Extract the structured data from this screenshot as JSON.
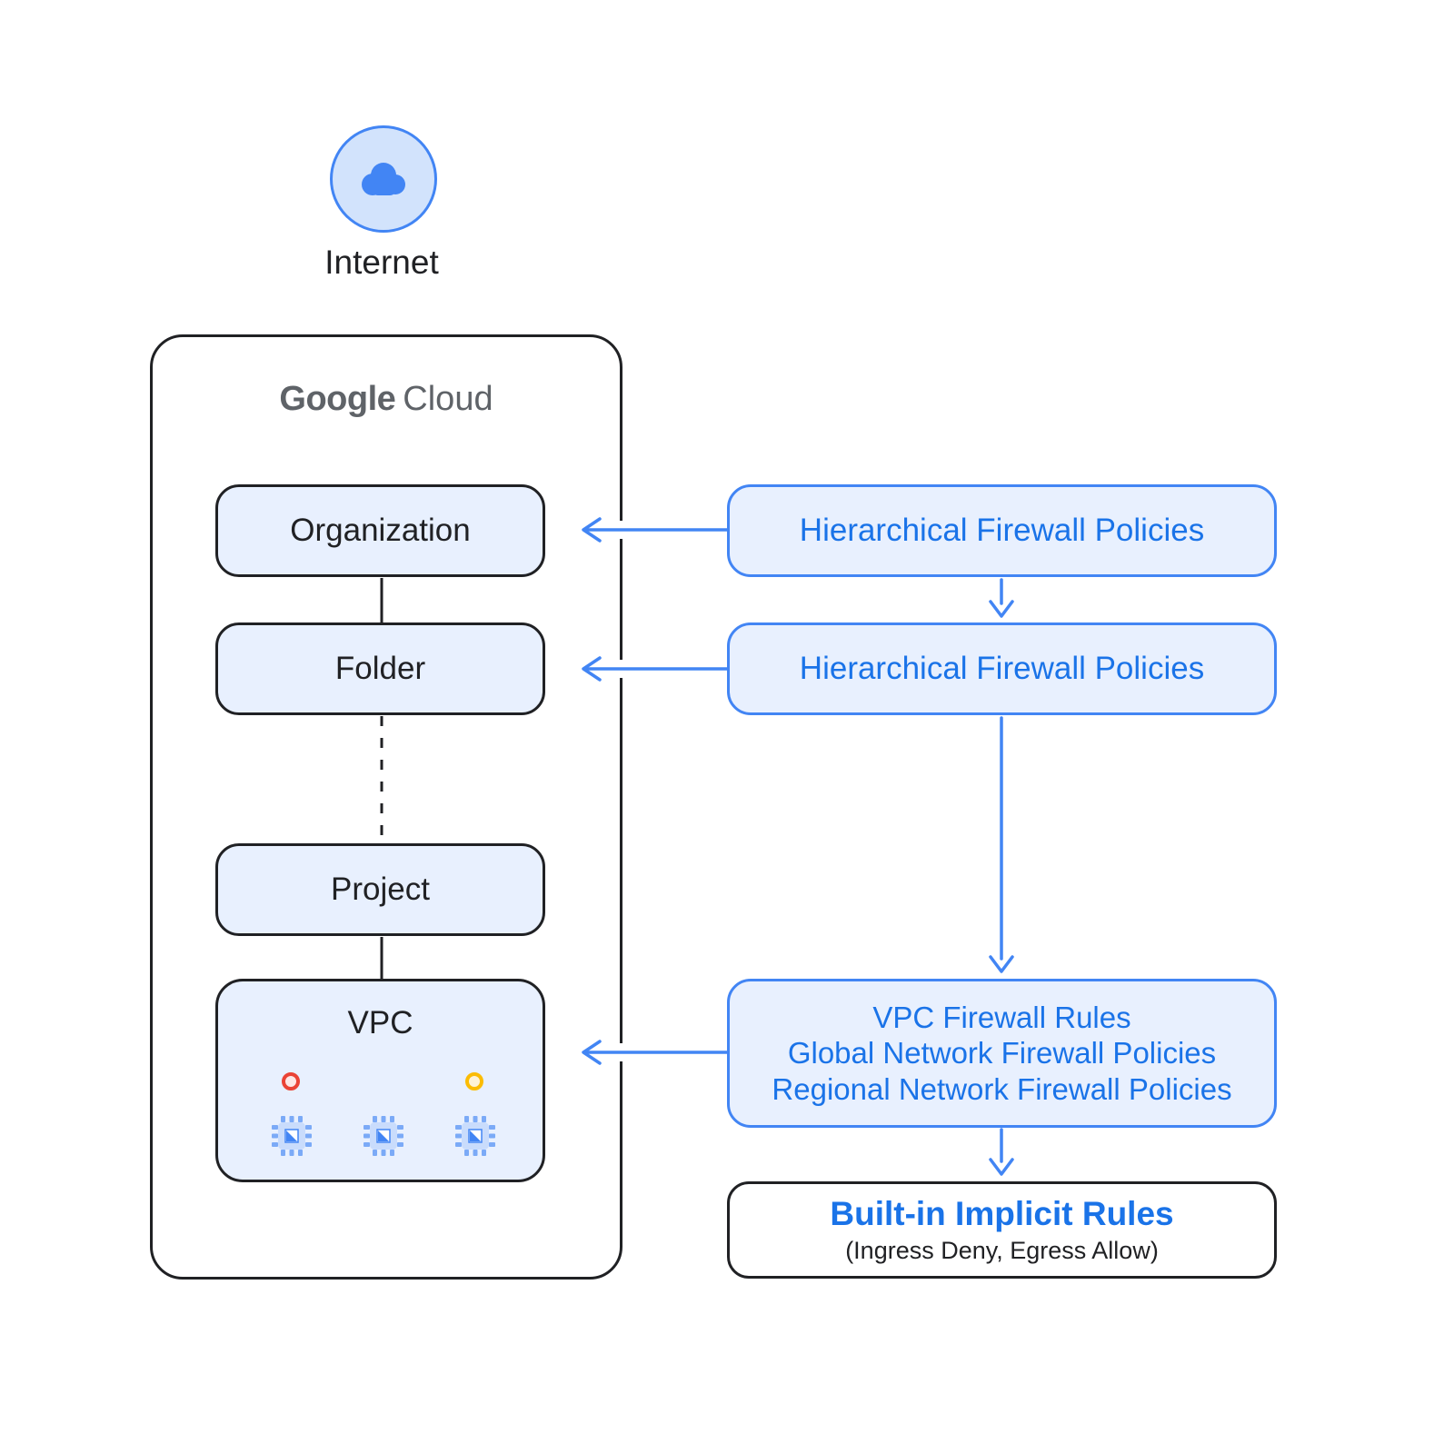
{
  "diagram": {
    "internet": {
      "label": "Internet"
    },
    "google_cloud": {
      "logo_google": "Google",
      "logo_cloud": "Cloud",
      "nodes": {
        "organization": "Organization",
        "folder": "Folder",
        "project": "Project",
        "vpc": "VPC"
      }
    },
    "policies": {
      "hfp_org": "Hierarchical Firewall Policies",
      "hfp_folder": "Hierarchical Firewall Policies",
      "vpc_rules_lines": [
        "VPC Firewall Rules",
        "Global Network Firewall Policies",
        "Regional Network Firewall Policies"
      ],
      "builtin_title": "Built-in Implicit Rules",
      "builtin_subtitle": "(Ingress Deny, Egress Allow)"
    },
    "colors": {
      "accent_blue": "#4285F4",
      "text_blue": "#1A73E8",
      "fill_light_blue": "#E8F0FE",
      "border_dark": "#202124",
      "status_red": "#EA4335",
      "status_yellow": "#FBBC04"
    },
    "icons": {
      "cloud": "cloud-icon",
      "vm": "vm-chip-icon"
    }
  }
}
